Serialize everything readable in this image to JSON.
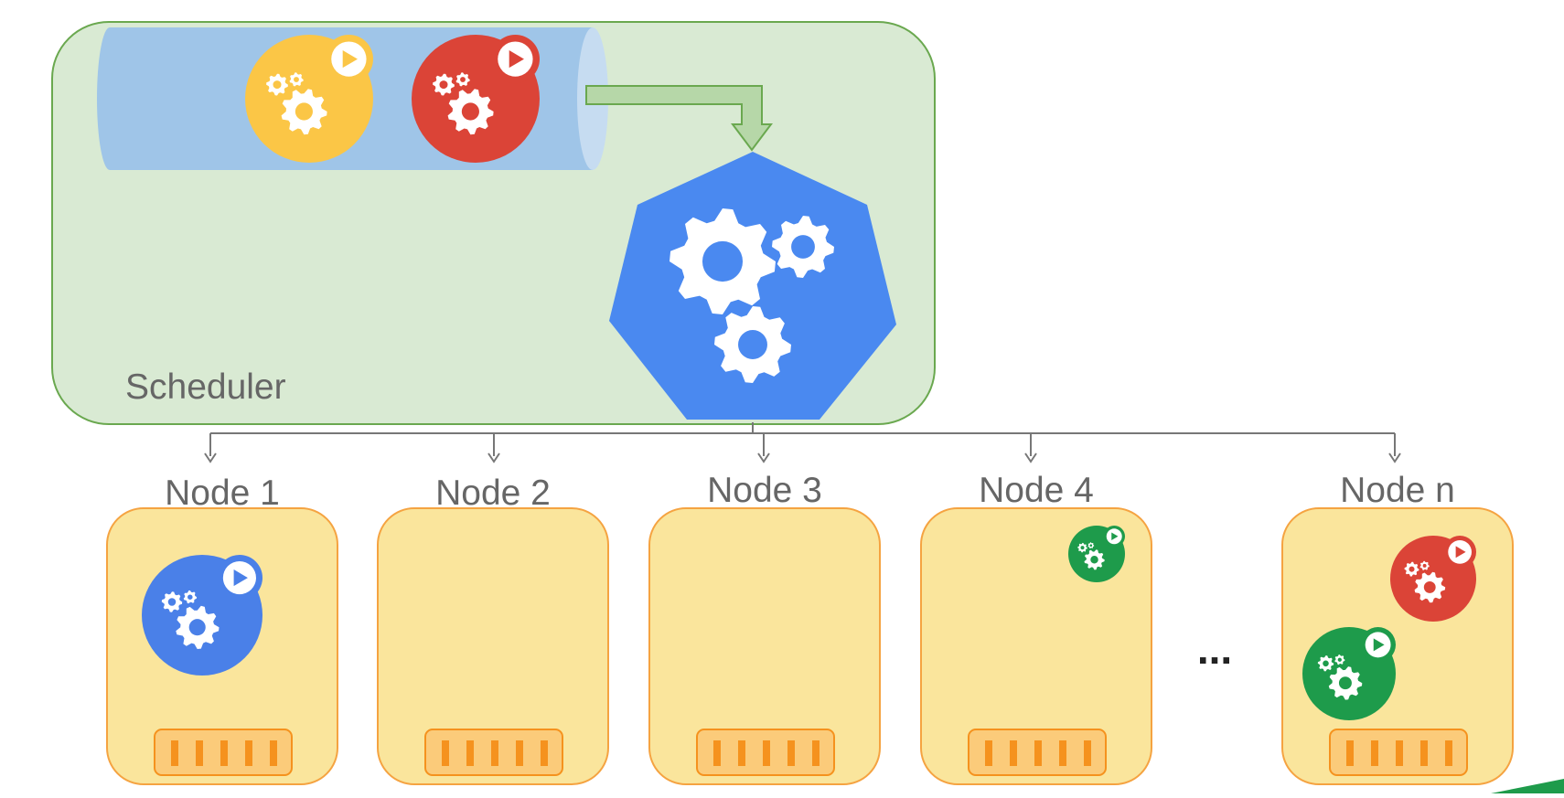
{
  "diagram": {
    "scheduler": {
      "label": "Scheduler",
      "colors": {
        "panel_fill": "#d9ead3",
        "panel_border": "#6aa84f",
        "queue_fill": "#9fc5e8",
        "queue_end": "#c6dcf1",
        "arrow_fill": "#b6d7a8",
        "arrow_border": "#6aa84f",
        "engine_fill": "#4a89f0"
      },
      "queue_pods": [
        {
          "color": "#fbc646",
          "icon": "gears-play-icon"
        },
        {
          "color": "#db4437",
          "icon": "gears-play-icon"
        }
      ],
      "engine_icon": "gears-icon"
    },
    "nodes": [
      {
        "label": "Node 1",
        "pods": [
          {
            "color": "#4a80e8",
            "size": "large"
          }
        ]
      },
      {
        "label": "Node 2",
        "pods": []
      },
      {
        "label": "Node 3",
        "pods": []
      },
      {
        "label": "Node 4",
        "pods": [
          {
            "color": "#1e9b4b",
            "size": "small"
          }
        ]
      },
      {
        "label": "Node n",
        "pods": [
          {
            "color": "#db4437",
            "size": "medium"
          },
          {
            "color": "#1e9b4b",
            "size": "large"
          }
        ]
      }
    ],
    "ellipsis": "...",
    "colors": {
      "node_fill": "#fae59c",
      "node_border": "#f5a341",
      "port_fill": "#fbcb7a",
      "port_bar": "#f5921e",
      "connector": "#777777"
    }
  }
}
